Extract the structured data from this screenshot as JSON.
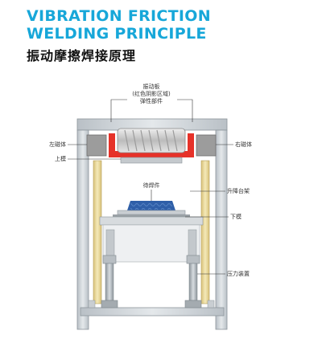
{
  "header": {
    "title_en_line1": "VIBRATION FRICTION",
    "title_en_line2": "WELDING PRINCIPLE",
    "title_cn": "振动摩擦焊接原理"
  },
  "labels": {
    "vibration_plate_line1": "振动板",
    "vibration_plate_line2": "(红色阴影区域)",
    "vibration_plate_line3": "弹性部件",
    "left_magnet": "左磁体",
    "right_magnet": "右磁体",
    "upper_mold": "上模",
    "workpiece": "待焊件",
    "lift_table": "升降台架",
    "lower_mold": "下模",
    "pressure_device": "压力装置"
  },
  "colors": {
    "accent": "#17a7d9",
    "frame": "#c9cfd4",
    "vibration_plate": "#e63229",
    "magnet": "#9a9a9a",
    "workpiece": "#2f5fa8",
    "column": "#ecdda2"
  }
}
